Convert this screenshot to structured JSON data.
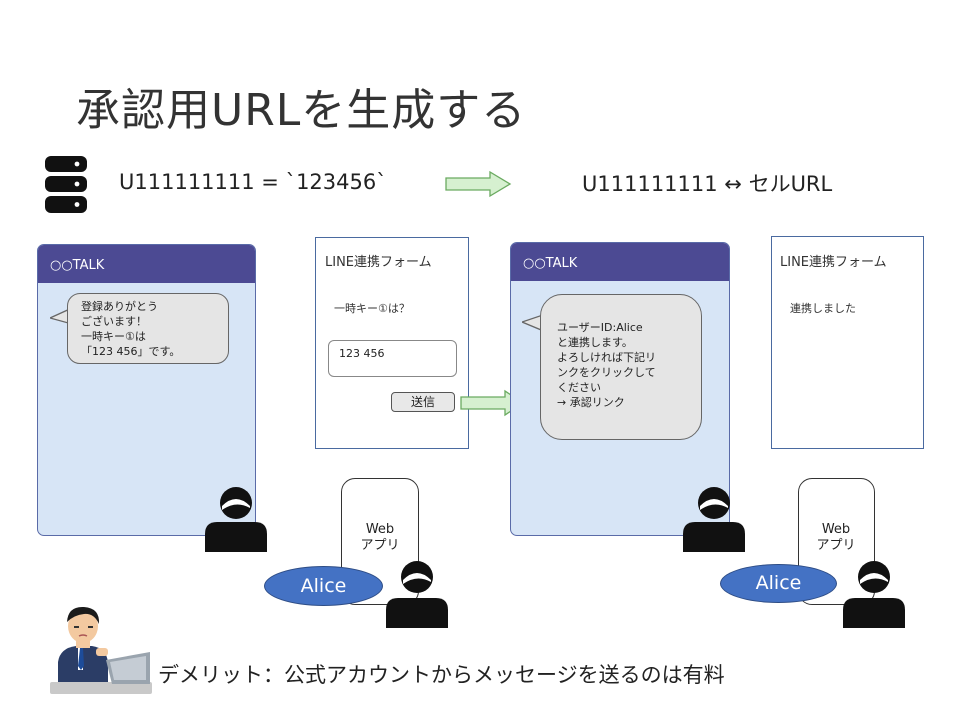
{
  "title": "承認用URLを生成する",
  "db": {
    "icon": "database-icon",
    "equation": "U111111111 = `123456`",
    "result": "U111111111 ↔ セルURL"
  },
  "left": {
    "chat_header": "○○TALK",
    "bubble_text": "登録ありがとう\nございます！\n一時キー①は\n「123 456」です。",
    "form_title": "LINE連携フォーム",
    "form_question": "一時キー①は？",
    "form_input_value": "123 456",
    "submit_label": "送信",
    "webapp_label": "Web\nアプリ",
    "alice_label": "Alice"
  },
  "right": {
    "chat_header": "○○TALK",
    "bubble_text": "ユーザーID:Alice\nと連携します。\nよろしければ下記リ\nンクをクリックして\nください\n→ 承認リンク",
    "form_title": "LINE連携フォーム",
    "form_result": "連携しました",
    "webapp_label": "Web\nアプリ",
    "alice_label": "Alice"
  },
  "footer": {
    "icon": "businessman-laptop-icon",
    "text": "デメリット：公式アカウントからメッセージを送るのは有料"
  },
  "colors": {
    "chat_header": "#4c4a93",
    "chat_body": "#d7e5f6",
    "alice": "#4472c4",
    "arrow": "#d6f0d0",
    "arrow_stroke": "#6aaa60"
  }
}
